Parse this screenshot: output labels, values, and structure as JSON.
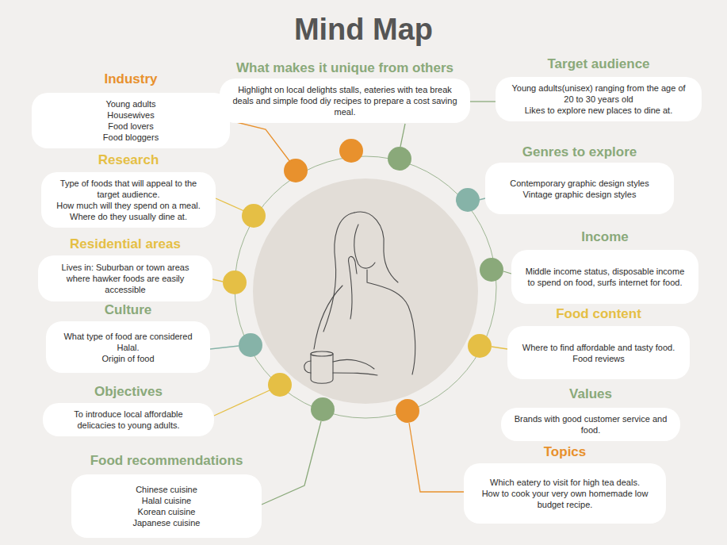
{
  "diagram": {
    "title": "Mind Map",
    "nodes": [
      {
        "text": [
          "Industry",
          "Young adults",
          "Housewives",
          "Food lovers",
          "Food bloggers"
        ]
      },
      {
        "text": [
          "What makes it unique from others",
          "Highlight on local delights stalls, eateries with tea break deals and simple food diy recipes to prepare a cost saving meal."
        ]
      },
      {
        "text": [
          "Target audience",
          "Young adults(unisex) ranging from the age of 20 to 30 years old",
          "Likes to explore new places to dine at."
        ]
      },
      {
        "text": [
          "Genres to explore",
          "Contemporary graphic design styles",
          "Vintage graphic design styles"
        ]
      },
      {
        "text": [
          "Research",
          "Type of foods that will appeal to the target audience.",
          "How much will they spend on a meal.",
          "Where do they usually dine at."
        ]
      },
      {
        "text": [
          "Income",
          "Middle income status, disposable income to spend on food, surfs internet for food."
        ]
      },
      {
        "text": [
          "Residential areas",
          "Lives in: Suburban or town areas where hawker foods are easily accessible"
        ]
      },
      {
        "text": [
          "Culture",
          "What type of food are considered Halal.",
          "Origin of food"
        ]
      },
      {
        "text": [
          "Food content",
          "Where to find affordable and tasty food.",
          "Food reviews"
        ]
      },
      {
        "text": [
          "Objectives",
          "To introduce local affordable delicacies to young adults."
        ]
      },
      {
        "text": [
          "Values",
          "Brands with good customer service and food."
        ]
      },
      {
        "text": [
          "Food recommendations",
          "Chinese cuisine",
          "Halal cuisine",
          "Korean cuisine",
          "Japanese cuisine"
        ]
      },
      {
        "text": [
          "Topics",
          "Which eatery to visit for high tea deals.",
          "How to cook your very own homemade low budget recipe."
        ]
      }
    ]
  }
}
